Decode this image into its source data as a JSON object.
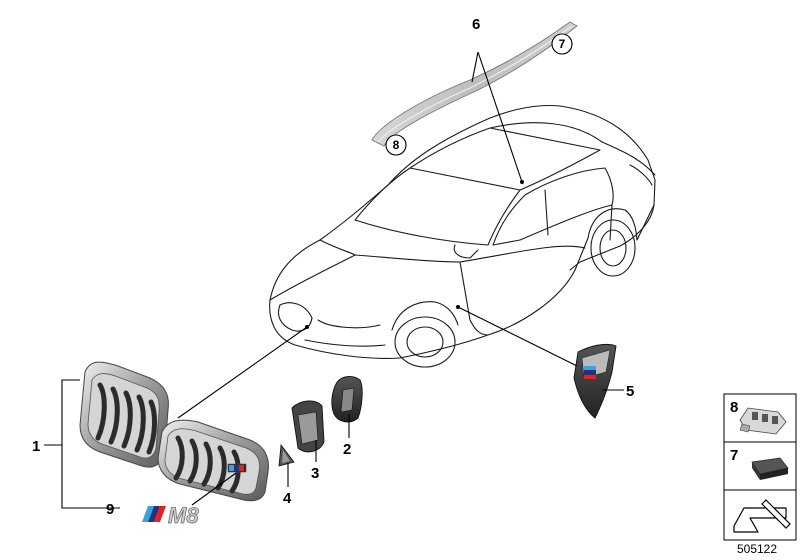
{
  "callouts": {
    "c1": "1",
    "c2": "2",
    "c3": "3",
    "c4": "4",
    "c5": "5",
    "c6": "6",
    "c7": "7",
    "c8": "8",
    "c9": "9"
  },
  "legend": {
    "box8_label": "8",
    "box7_label": "7"
  },
  "document_number": "505122",
  "emblem_text": "M8",
  "colors": {
    "m_stripe_light_blue": "#3aa3dd",
    "m_stripe_dark_blue": "#2a2f7a",
    "m_stripe_red": "#e2231a"
  }
}
